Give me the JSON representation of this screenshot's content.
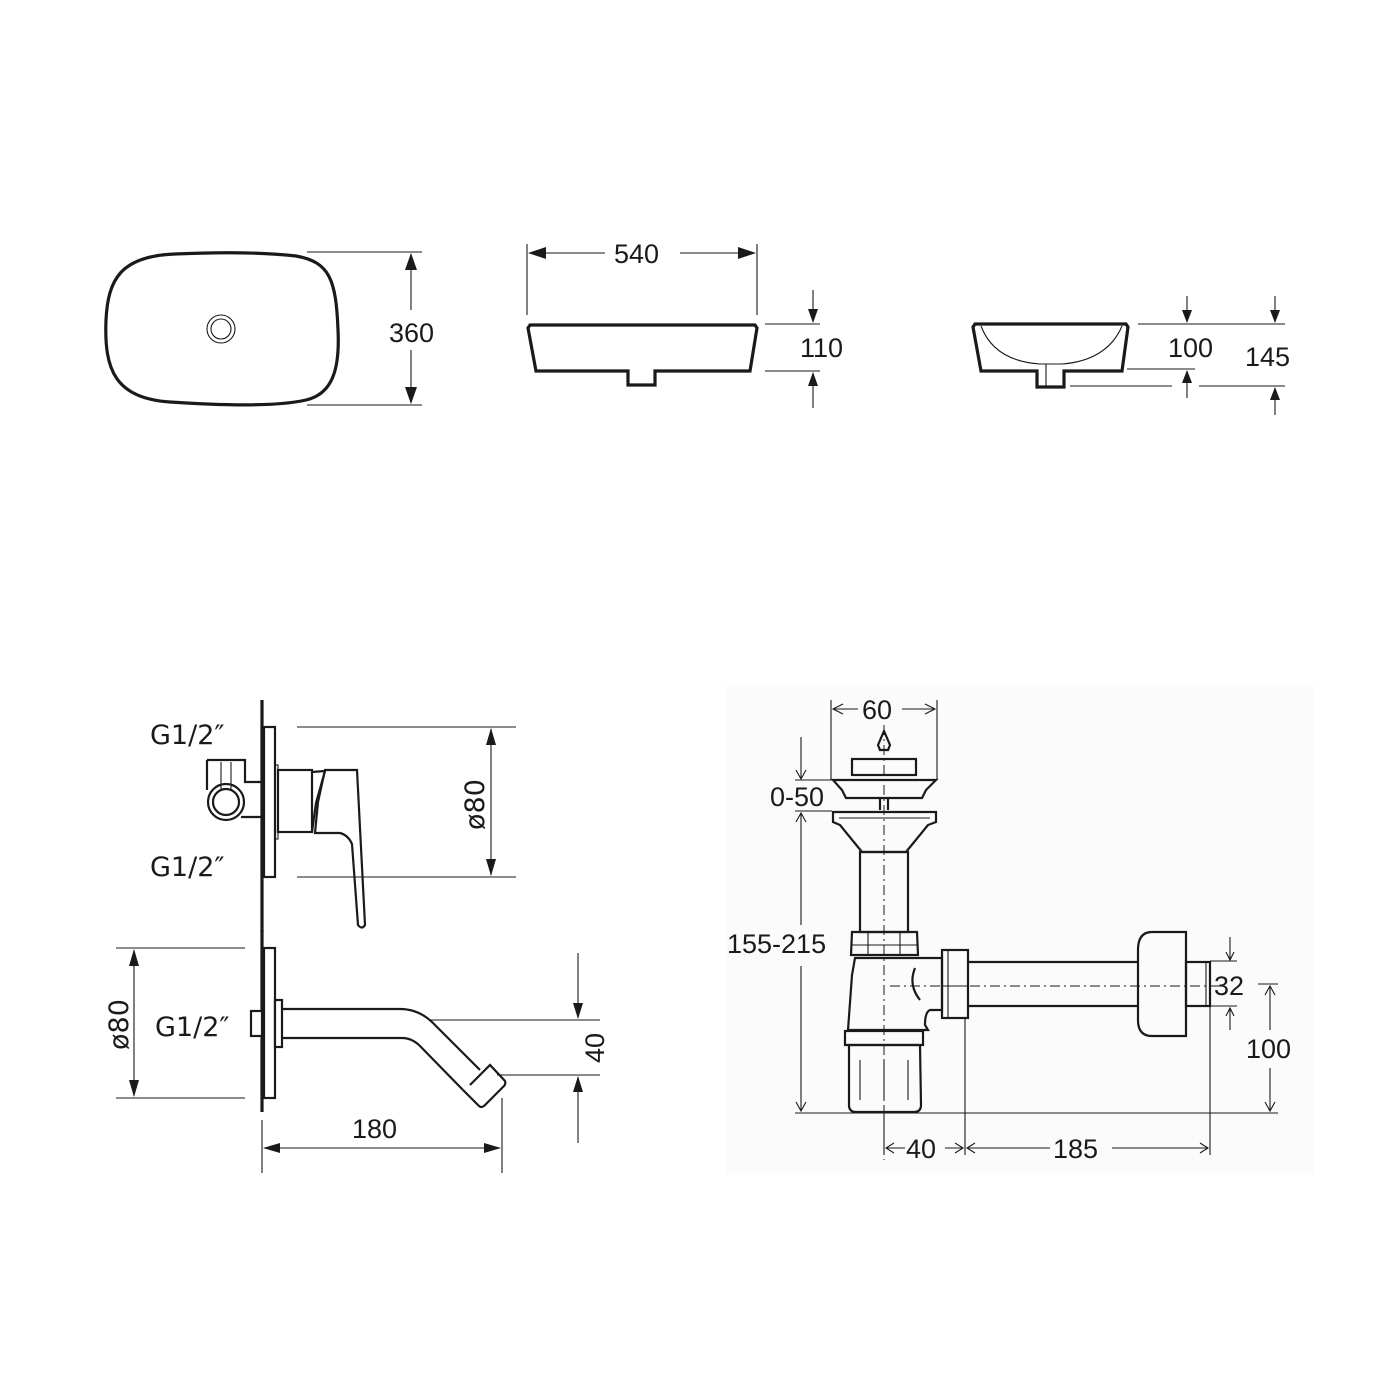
{
  "sheet": {
    "title": "Technical drawing – vessel washbasin, concealed wall mixer with spout, bottle trap",
    "background": "#ffffff",
    "line_color": "#1a1a1a"
  },
  "basin": {
    "top_view": {
      "height_label": "360"
    },
    "front_view": {
      "width_label": "540",
      "height_label": "110"
    },
    "side_view": {
      "inner_depth_label": "100",
      "total_height_label": "145"
    }
  },
  "mixer": {
    "valve": {
      "inlet_top_label": "G1/2″",
      "inlet_bottom_label": "G1/2″",
      "plate_diameter_label": "ø80"
    },
    "spout": {
      "inlet_label": "G1/2″",
      "plate_diameter_label": "ø80",
      "projection_label": "180",
      "drop_label": "40"
    }
  },
  "trap": {
    "waste_diameter_label": "60",
    "adjust_range_label": "0-50",
    "height_range_label": "155-215",
    "outlet_diameter_label": "32",
    "outlet_height_label": "100",
    "body_offset_label": "40",
    "outlet_length_label": "185"
  }
}
